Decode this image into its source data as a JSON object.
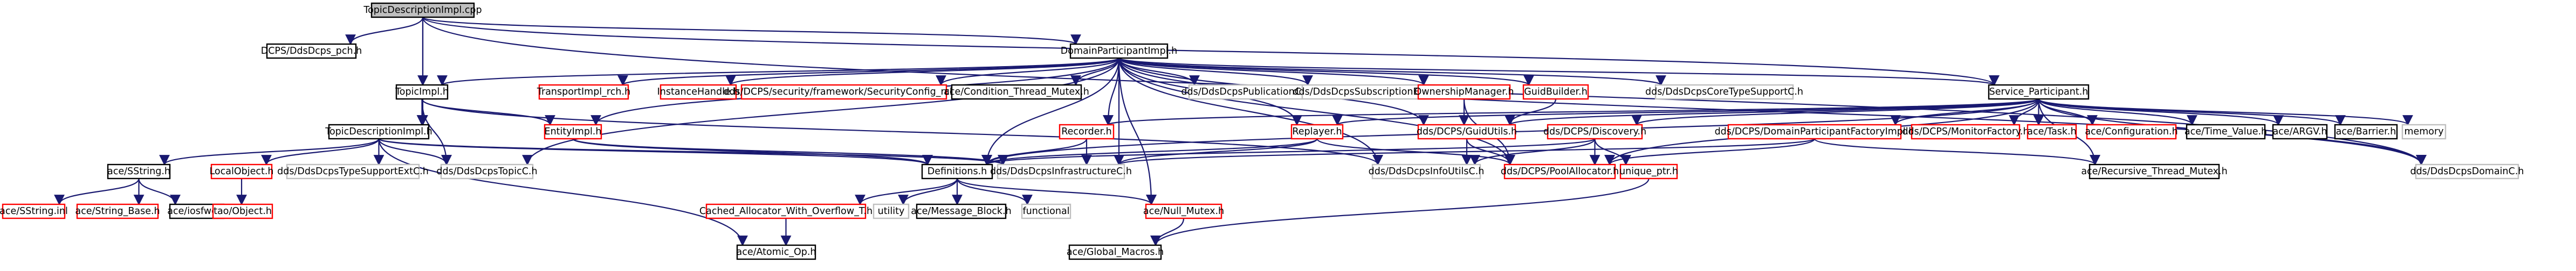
{
  "colors": {
    "edge": "#191970",
    "node_border": "#000000",
    "missing_border": "#ff0000",
    "unlinked_border": "#bfbfbf",
    "root_fill": "#bfbfbf",
    "node_fill": "#ffffff",
    "text": "#000000"
  },
  "nodes": [
    {
      "id": "n_root",
      "label": "TopicDescriptionImpl.cpp",
      "style": "root"
    },
    {
      "id": "n_pch",
      "label": "DCPS/DdsDcps_pch.h",
      "style": "normal"
    },
    {
      "id": "n_dpi",
      "label": "DomainParticipantImpl.h",
      "style": "normal"
    },
    {
      "id": "n_topicimpl",
      "label": "TopicImpl.h",
      "style": "normal"
    },
    {
      "id": "n_tdi",
      "label": "TopicDescriptionImpl.h",
      "style": "normal"
    },
    {
      "id": "n_transport",
      "label": "TransportImpl_rch.h",
      "style": "missing"
    },
    {
      "id": "n_instance",
      "label": "InstanceHandle.h",
      "style": "missing"
    },
    {
      "id": "n_secconf",
      "label": "dds/DCPS/security/framework/SecurityConfig_rch.h",
      "style": "missing"
    },
    {
      "id": "n_condmutex",
      "label": "ace/Condition_Thread_Mutex.h",
      "style": "normal"
    },
    {
      "id": "n_pubc",
      "label": "dds/DdsDcpsPublicationC.h",
      "style": "unlinked"
    },
    {
      "id": "n_subext",
      "label": "dds/DdsDcpsSubscriptionExtC.h",
      "style": "unlinked"
    },
    {
      "id": "n_ownership",
      "label": "OwnershipManager.h",
      "style": "missing"
    },
    {
      "id": "n_guidbuilder",
      "label": "GuidBuilder.h",
      "style": "missing"
    },
    {
      "id": "n_coretype",
      "label": "dds/DdsDcpsCoreTypeSupportC.h",
      "style": "unlinked"
    },
    {
      "id": "n_service",
      "label": "Service_Participant.h",
      "style": "normal"
    },
    {
      "id": "n_recorder",
      "label": "Recorder.h",
      "style": "missing"
    },
    {
      "id": "n_replayer",
      "label": "Replayer.h",
      "style": "missing"
    },
    {
      "id": "n_entityimpl",
      "label": "EntityImpl.h",
      "style": "missing"
    },
    {
      "id": "n_guidutils",
      "label": "dds/DCPS/GuidUtils.h",
      "style": "missing"
    },
    {
      "id": "n_discovery",
      "label": "dds/DCPS/Discovery.h",
      "style": "missing"
    },
    {
      "id": "n_dpfi",
      "label": "dds/DCPS/DomainParticipantFactoryImpl.h",
      "style": "missing"
    },
    {
      "id": "n_monitor",
      "label": "dds/DCPS/MonitorFactory.h",
      "style": "missing"
    },
    {
      "id": "n_task",
      "label": "ace/Task.h",
      "style": "missing"
    },
    {
      "id": "n_config",
      "label": "ace/Configuration.h",
      "style": "missing"
    },
    {
      "id": "n_timevalue",
      "label": "ace/Time_Value.h",
      "style": "normal"
    },
    {
      "id": "n_argv",
      "label": "ace/ARGV.h",
      "style": "normal"
    },
    {
      "id": "n_barrier",
      "label": "ace/Barrier.h",
      "style": "normal"
    },
    {
      "id": "n_memory",
      "label": "memory",
      "style": "plain"
    },
    {
      "id": "n_sstring",
      "label": "ace/SString.h",
      "style": "normal"
    },
    {
      "id": "n_localobj",
      "label": "LocalObject.h",
      "style": "missing"
    },
    {
      "id": "n_typeext",
      "label": "dds/DdsDcpsTypeSupportExtC.h",
      "style": "unlinked"
    },
    {
      "id": "n_topicc",
      "label": "dds/DdsDcpsTopicC.h",
      "style": "unlinked"
    },
    {
      "id": "n_definitions",
      "label": "Definitions.h",
      "style": "normal"
    },
    {
      "id": "n_infra",
      "label": "dds/DdsDcpsInfrastructureC.h",
      "style": "unlinked"
    },
    {
      "id": "n_infoutils",
      "label": "dds/DdsDcpsInfoUtilsC.h",
      "style": "unlinked"
    },
    {
      "id": "n_poolalloc",
      "label": "dds/DCPS/PoolAllocator.h",
      "style": "missing"
    },
    {
      "id": "n_uniqueptr",
      "label": "unique_ptr.h",
      "style": "missing"
    },
    {
      "id": "n_recmutex",
      "label": "ace/Recursive_Thread_Mutex.h",
      "style": "normal"
    },
    {
      "id": "n_domainc",
      "label": "dds/DdsDcpsDomainC.h",
      "style": "unlinked"
    },
    {
      "id": "n_sstringinl",
      "label": "ace/SString.inl",
      "style": "missing"
    },
    {
      "id": "n_sstringbase",
      "label": "ace/String_Base.h",
      "style": "missing"
    },
    {
      "id": "n_iosfwd",
      "label": "ace/iosfwd.h",
      "style": "normal"
    },
    {
      "id": "n_taoobj",
      "label": "tao/Object.h",
      "style": "missing"
    },
    {
      "id": "n_cached",
      "label": "Cached_Allocator_With_Overflow_T.h",
      "style": "missing"
    },
    {
      "id": "n_utility",
      "label": "utility",
      "style": "plain"
    },
    {
      "id": "n_msgblock",
      "label": "ace/Message_Block.h",
      "style": "normal"
    },
    {
      "id": "n_functional",
      "label": "functional",
      "style": "plain"
    },
    {
      "id": "n_nullmutex",
      "label": "ace/Null_Mutex.h",
      "style": "missing"
    },
    {
      "id": "n_atomic",
      "label": "ace/Atomic_Op.h",
      "style": "normal"
    },
    {
      "id": "n_globalmacros",
      "label": "ace/Global_Macros.h",
      "style": "normal"
    }
  ],
  "edges": [
    [
      "n_root",
      "n_pch"
    ],
    [
      "n_root",
      "n_dpi"
    ],
    [
      "n_root",
      "n_topicimpl"
    ],
    [
      "n_root",
      "n_tdi"
    ],
    [
      "n_root",
      "n_service"
    ],
    [
      "n_root",
      "n_domainc"
    ],
    [
      "n_dpi",
      "n_topicimpl"
    ],
    [
      "n_dpi",
      "n_transport"
    ],
    [
      "n_dpi",
      "n_instance"
    ],
    [
      "n_dpi",
      "n_secconf"
    ],
    [
      "n_dpi",
      "n_condmutex"
    ],
    [
      "n_dpi",
      "n_pubc"
    ],
    [
      "n_dpi",
      "n_subext"
    ],
    [
      "n_dpi",
      "n_ownership"
    ],
    [
      "n_dpi",
      "n_guidbuilder"
    ],
    [
      "n_dpi",
      "n_coretype"
    ],
    [
      "n_dpi",
      "n_service"
    ],
    [
      "n_dpi",
      "n_recorder"
    ],
    [
      "n_dpi",
      "n_replayer"
    ],
    [
      "n_dpi",
      "n_entityimpl"
    ],
    [
      "n_dpi",
      "n_guidutils"
    ],
    [
      "n_dpi",
      "n_definitions"
    ],
    [
      "n_dpi",
      "n_topicc"
    ],
    [
      "n_dpi",
      "n_infra"
    ],
    [
      "n_dpi",
      "n_infoutils"
    ],
    [
      "n_dpi",
      "n_poolalloc"
    ],
    [
      "n_dpi",
      "n_nullmutex"
    ],
    [
      "n_dpi",
      "n_domainc"
    ],
    [
      "n_topicimpl",
      "n_tdi"
    ],
    [
      "n_topicimpl",
      "n_entityimpl"
    ],
    [
      "n_topicimpl",
      "n_topicc"
    ],
    [
      "n_topicimpl",
      "n_infoutils"
    ],
    [
      "n_tdi",
      "n_sstring"
    ],
    [
      "n_tdi",
      "n_localobj"
    ],
    [
      "n_tdi",
      "n_typeext"
    ],
    [
      "n_tdi",
      "n_topicc"
    ],
    [
      "n_tdi",
      "n_definitions"
    ],
    [
      "n_tdi",
      "n_infra"
    ],
    [
      "n_tdi",
      "n_atomic"
    ],
    [
      "n_entityimpl",
      "n_definitions"
    ],
    [
      "n_entityimpl",
      "n_infra"
    ],
    [
      "n_ownership",
      "n_guidutils"
    ],
    [
      "n_ownership",
      "n_poolalloc"
    ],
    [
      "n_guidbuilder",
      "n_guidutils"
    ],
    [
      "n_recorder",
      "n_definitions"
    ],
    [
      "n_recorder",
      "n_infra"
    ],
    [
      "n_replayer",
      "n_definitions"
    ],
    [
      "n_replayer",
      "n_infra"
    ],
    [
      "n_replayer",
      "n_poolalloc"
    ],
    [
      "n_guidutils",
      "n_infoutils"
    ],
    [
      "n_guidutils",
      "n_poolalloc"
    ],
    [
      "n_service",
      "n_recorder"
    ],
    [
      "n_service",
      "n_replayer"
    ],
    [
      "n_service",
      "n_guidutils"
    ],
    [
      "n_service",
      "n_discovery"
    ],
    [
      "n_service",
      "n_dpfi"
    ],
    [
      "n_service",
      "n_monitor"
    ],
    [
      "n_service",
      "n_task"
    ],
    [
      "n_service",
      "n_config"
    ],
    [
      "n_service",
      "n_timevalue"
    ],
    [
      "n_service",
      "n_argv"
    ],
    [
      "n_service",
      "n_barrier"
    ],
    [
      "n_service",
      "n_memory"
    ],
    [
      "n_service",
      "n_recmutex"
    ],
    [
      "n_service",
      "n_domainc"
    ],
    [
      "n_service",
      "n_poolalloc"
    ],
    [
      "n_service",
      "n_definitions"
    ],
    [
      "n_discovery",
      "n_infoutils"
    ],
    [
      "n_discovery",
      "n_poolalloc"
    ],
    [
      "n_discovery",
      "n_uniqueptr"
    ],
    [
      "n_discovery",
      "n_definitions"
    ],
    [
      "n_dpfi",
      "n_poolalloc"
    ],
    [
      "n_dpfi",
      "n_recmutex"
    ],
    [
      "n_dpfi",
      "n_infra"
    ],
    [
      "n_sstring",
      "n_sstringinl"
    ],
    [
      "n_sstring",
      "n_sstringbase"
    ],
    [
      "n_sstring",
      "n_iosfwd"
    ],
    [
      "n_localobj",
      "n_taoobj"
    ],
    [
      "n_definitions",
      "n_cached"
    ],
    [
      "n_definitions",
      "n_utility"
    ],
    [
      "n_definitions",
      "n_msgblock"
    ],
    [
      "n_definitions",
      "n_functional"
    ],
    [
      "n_definitions",
      "n_nullmutex"
    ],
    [
      "n_cached",
      "n_atomic"
    ],
    [
      "n_nullmutex",
      "n_globalmacros"
    ],
    [
      "n_uniqueptr",
      "n_globalmacros"
    ]
  ]
}
